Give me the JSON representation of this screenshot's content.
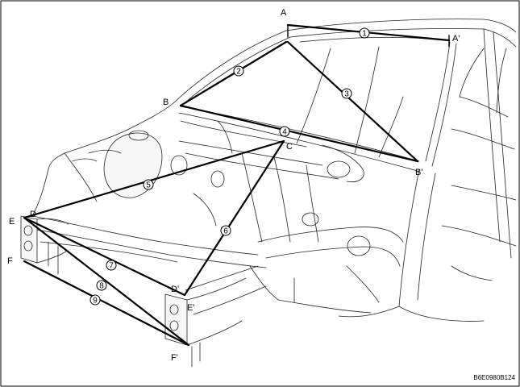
{
  "diagram": {
    "points": {
      "A": "A",
      "A_prime": "A'",
      "B": "B",
      "B_prime": "B'",
      "C": "C",
      "D": "D",
      "D_prime": "D'",
      "E": "E",
      "E_prime": "E'",
      "F": "F",
      "F_prime": "F'"
    },
    "dimensions": [
      "1",
      "2",
      "3",
      "4",
      "5",
      "6",
      "7",
      "8",
      "9"
    ],
    "reference_code": "B6E0980B124"
  }
}
